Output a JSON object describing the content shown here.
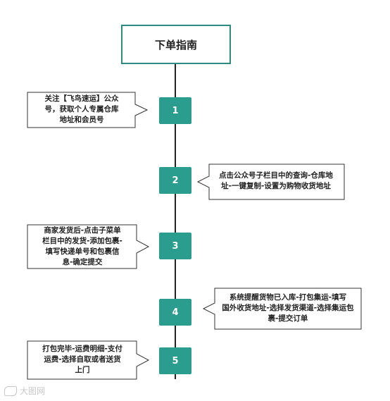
{
  "title": "下单指南",
  "steps": [
    {
      "number": "1",
      "lines": [
        "关注【飞鸟速运】公众",
        "号，获取个人专属仓库",
        "地址和会员号"
      ]
    },
    {
      "number": "2",
      "lines": [
        "点击公众号子栏目中的查询-仓库地",
        "址-一键复制-设置为购物收货地址"
      ]
    },
    {
      "number": "3",
      "lines": [
        "商家发货后-点击子菜单",
        "栏目中的发货-添加包裹-",
        "填写快递单号和包裹信",
        "息-确定提交"
      ]
    },
    {
      "number": "4",
      "lines": [
        "系统提醒货物已入库-打包集运-填写",
        "国外收货地址-选择发货渠道-选择集运包",
        "裹-提交订单"
      ]
    },
    {
      "number": "5",
      "lines": [
        "打包完毕-运费明细-支付",
        "运费-选择自取或者送货",
        "上门"
      ]
    }
  ],
  "watermark": "大图网"
}
